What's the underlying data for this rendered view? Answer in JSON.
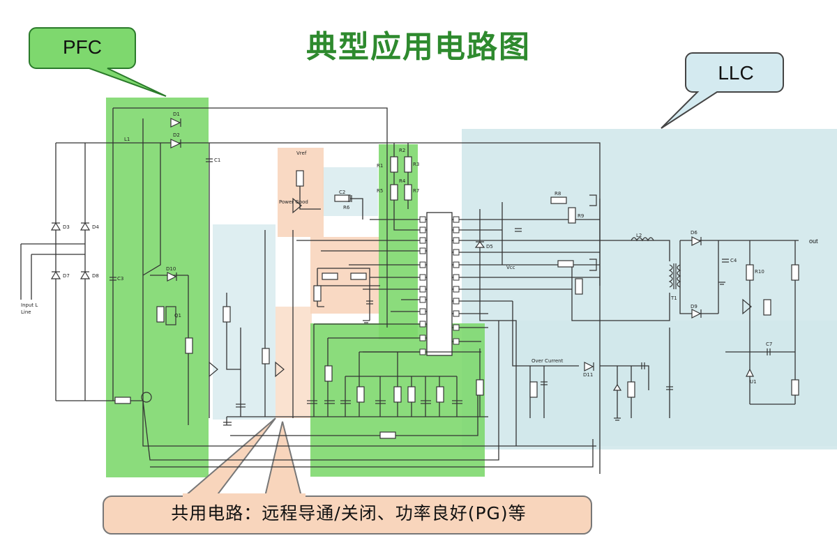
{
  "title": "典型应用电路图",
  "callouts": {
    "pfc": "PFC",
    "llc": "LLC",
    "shared": "共用电路：远程导通/关闭、功率良好(PG)等"
  },
  "colors": {
    "title": "#2e8a2e",
    "pfc_region": "#7ed86e",
    "llc_region": "#cfe6ea",
    "shared_region": "#f8d5bc",
    "wire": "#333333"
  },
  "labels": {
    "in_l": "Input L",
    "in_n": "Line",
    "out": "out",
    "d1": "D1",
    "d2": "D2",
    "d3": "D3",
    "d4": "D4",
    "d7": "D7",
    "d8": "D8",
    "l1": "L1",
    "c1": "C1",
    "c3": "C3",
    "q1": "Q1",
    "u1": "U1",
    "t1": "T1",
    "l2": "L2",
    "d5": "D5",
    "d6": "D6",
    "d9": "D9",
    "d10": "D10",
    "d11": "D11",
    "r1": "R1",
    "r2": "R2",
    "r3": "R3",
    "r4": "R4",
    "r5": "R5",
    "r6": "R6",
    "r7": "R7",
    "r8": "R8",
    "r9": "R9",
    "r10": "R10",
    "c2": "C2",
    "c4": "C4",
    "c7": "C7",
    "vref": "Vref",
    "power_good": "Power Good",
    "overcurrent": "Over Current",
    "vcc": "Vcc"
  }
}
